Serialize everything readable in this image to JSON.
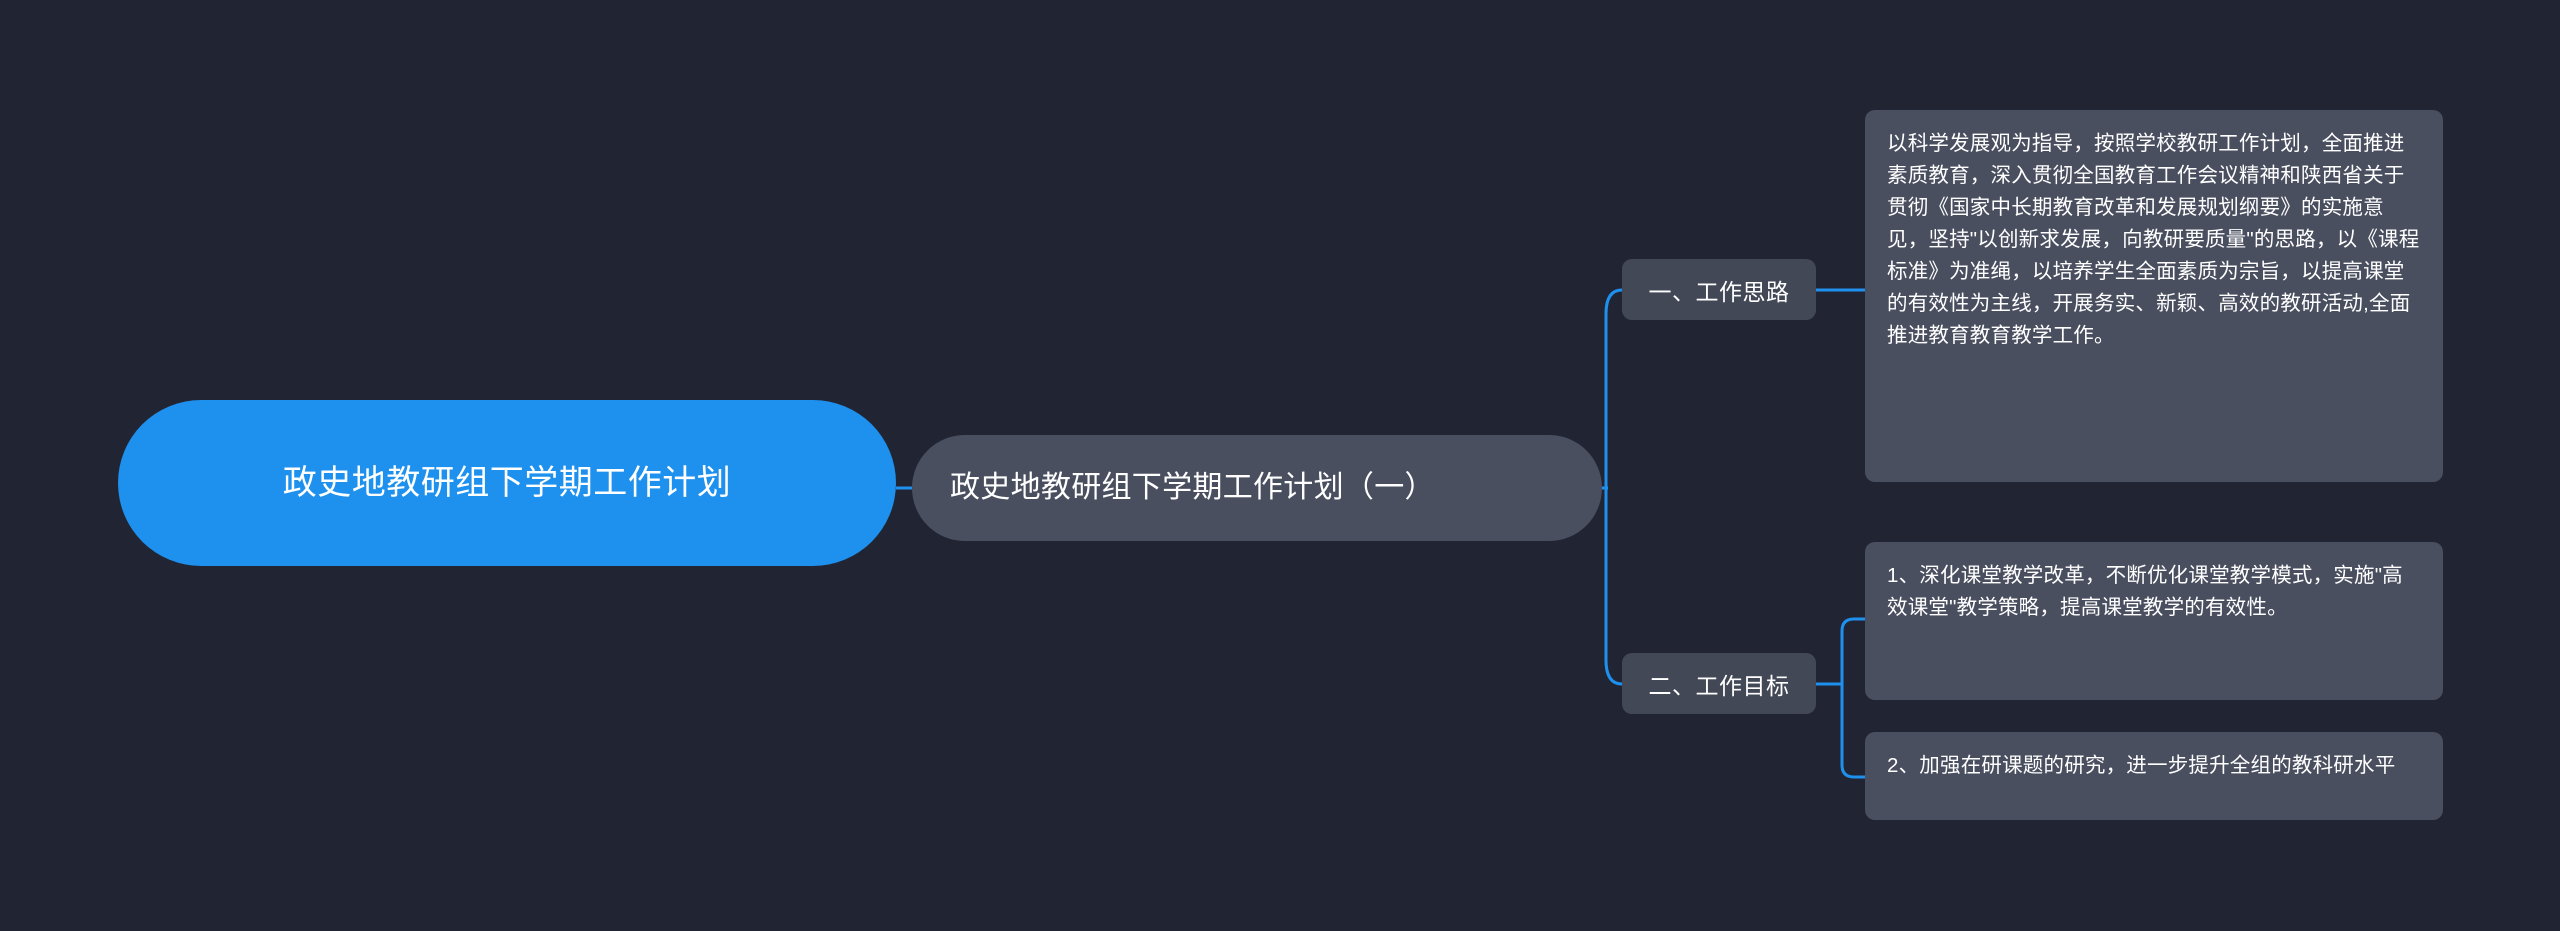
{
  "theme": {
    "background": "#212533",
    "root_fill": "#1E90EE",
    "node_fill": "#4A4F60",
    "chip_fill": "#434857",
    "edge_color": "#1E90EE",
    "text_color": "#FFFFFF"
  },
  "mindmap": {
    "root": {
      "label": "政史地教研组下学期工作计划"
    },
    "topic": {
      "label": "政史地教研组下学期工作计划（一）"
    },
    "branches": [
      {
        "label": "一、工作思路",
        "details": [
          "以科学发展观为指导，按照学校教研工作计划，全面推进素质教育，深入贯彻全国教育工作会议精神和陕西省关于贯彻《国家中长期教育改革和发展规划纲要》的实施意见，坚持\"以创新求发展，向教研要质量\"的思路，以《课程标准》为准绳，以培养学生全面素质为宗旨，以提高课堂的有效性为主线，开展务实、新颖、高效的教研活动,全面推进教育教育教学工作。"
        ]
      },
      {
        "label": "二、工作目标",
        "details": [
          "1、深化课堂教学改革，不断优化课堂教学模式，实施\"高效课堂\"教学策略，提高课堂教学的有效性。",
          "2、加强在研课题的研究，进一步提升全组的教科研水平"
        ]
      }
    ]
  }
}
